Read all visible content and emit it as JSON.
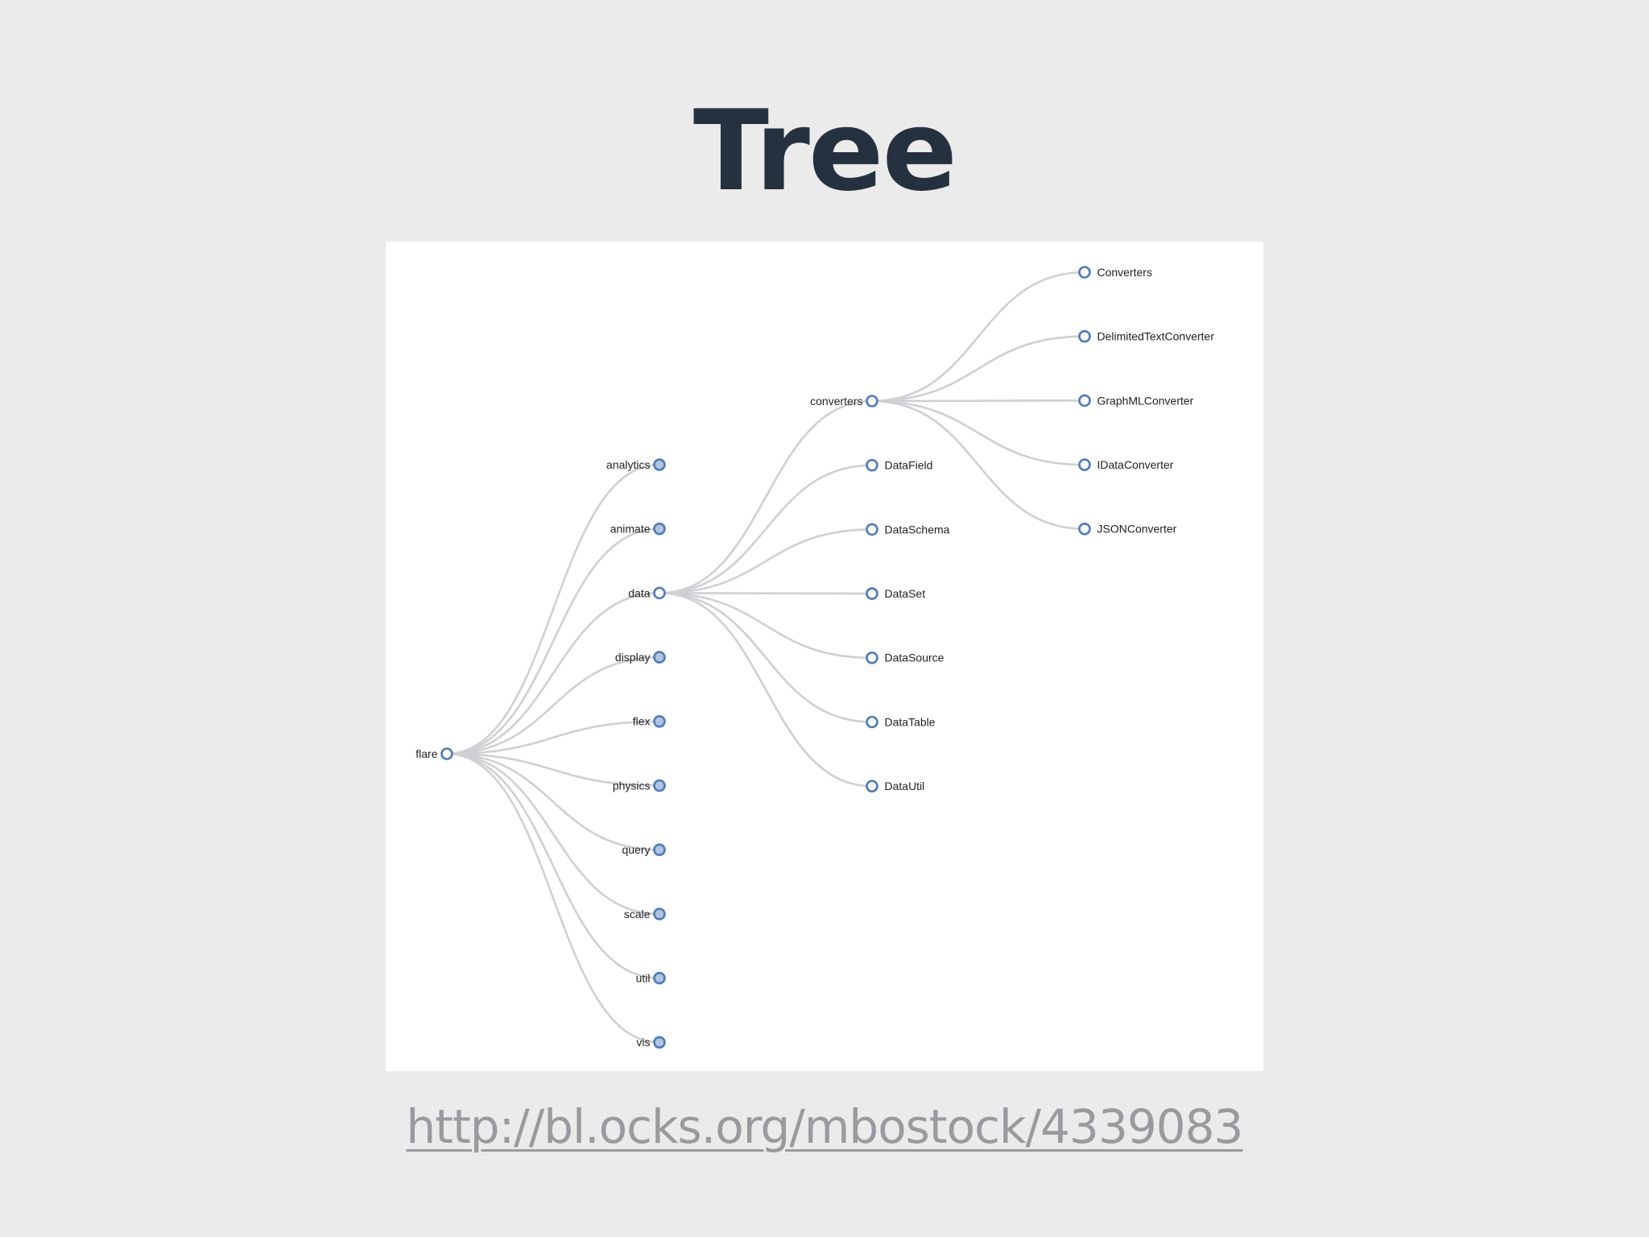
{
  "slide": {
    "title": "Tree",
    "source_url": "http://bl.ocks.org/mbostock/4339083"
  },
  "colors": {
    "background": "#ebebec",
    "title": "#26313f",
    "link_text": "#9a9a9e",
    "tree_link": "#cfcfd4",
    "node_stroke": "#4d7bb8",
    "collapsed_node_fill": "#b0c4de",
    "leaf_node_fill": "#ffffff"
  },
  "tree": {
    "name": "flare",
    "children": [
      {
        "name": "analytics",
        "collapsed": true
      },
      {
        "name": "animate",
        "collapsed": true
      },
      {
        "name": "data",
        "children": [
          {
            "name": "converters",
            "children": [
              {
                "name": "Converters"
              },
              {
                "name": "DelimitedTextConverter"
              },
              {
                "name": "GraphMLConverter"
              },
              {
                "name": "IDataConverter"
              },
              {
                "name": "JSONConverter"
              }
            ]
          },
          {
            "name": "DataField"
          },
          {
            "name": "DataSchema"
          },
          {
            "name": "DataSet"
          },
          {
            "name": "DataSource"
          },
          {
            "name": "DataTable"
          },
          {
            "name": "DataUtil"
          }
        ]
      },
      {
        "name": "display",
        "collapsed": true
      },
      {
        "name": "flex",
        "collapsed": true
      },
      {
        "name": "physics",
        "collapsed": true
      },
      {
        "name": "query",
        "collapsed": true
      },
      {
        "name": "scale",
        "collapsed": true
      },
      {
        "name": "util",
        "collapsed": true
      },
      {
        "name": "vis",
        "collapsed": true
      }
    ]
  }
}
